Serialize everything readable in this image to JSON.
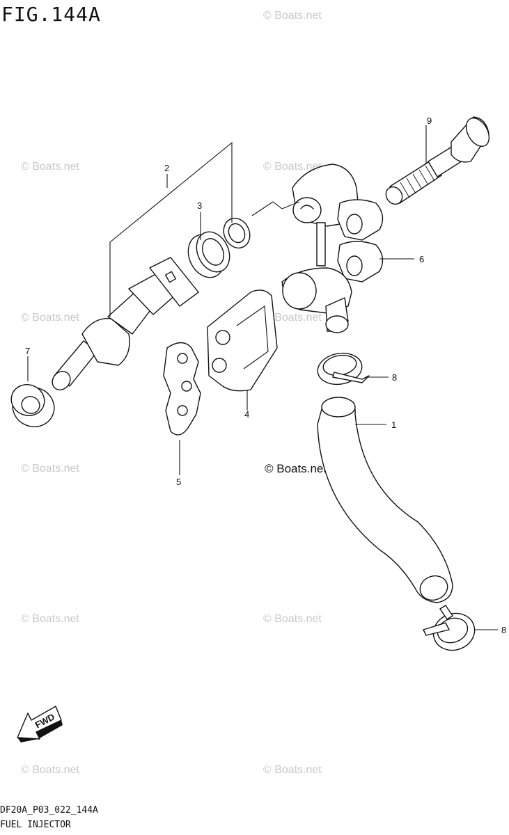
{
  "figure": {
    "title": "FIG.144A",
    "code": "DF20A_P03_022_144A",
    "subtitle": "FUEL INJECTOR"
  },
  "watermark": {
    "text": "© Boats.net",
    "center_text": "© Boats.net"
  },
  "fwd_label": "FWD",
  "callouts": {
    "c1": "1",
    "c2": "2",
    "c3": "3",
    "c4": "4",
    "c5": "5",
    "c6": "6",
    "c7": "7",
    "c8a": "8",
    "c8b": "8",
    "c9": "9"
  }
}
